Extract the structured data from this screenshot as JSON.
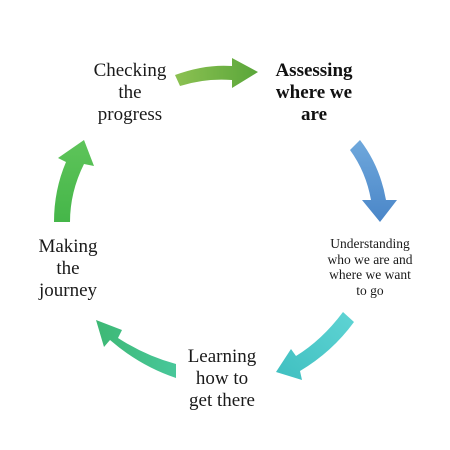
{
  "stages": {
    "assessing": [
      "Assessing",
      "where we",
      "are"
    ],
    "understanding": [
      "Understanding",
      "who we are and",
      "where we want",
      "to go"
    ],
    "learning": [
      "Learning",
      "how to",
      "get there"
    ],
    "journey": [
      "Making",
      "the",
      "journey"
    ],
    "checking": [
      "Checking",
      "the",
      "progress"
    ]
  },
  "colors": {
    "arrow_top": "#6aa84f",
    "arrow_right": "#5b9bd5",
    "arrow_bottom_right": "#4cc9c9",
    "arrow_bottom_left": "#43bf8a",
    "arrow_left": "#4cbb4c"
  }
}
